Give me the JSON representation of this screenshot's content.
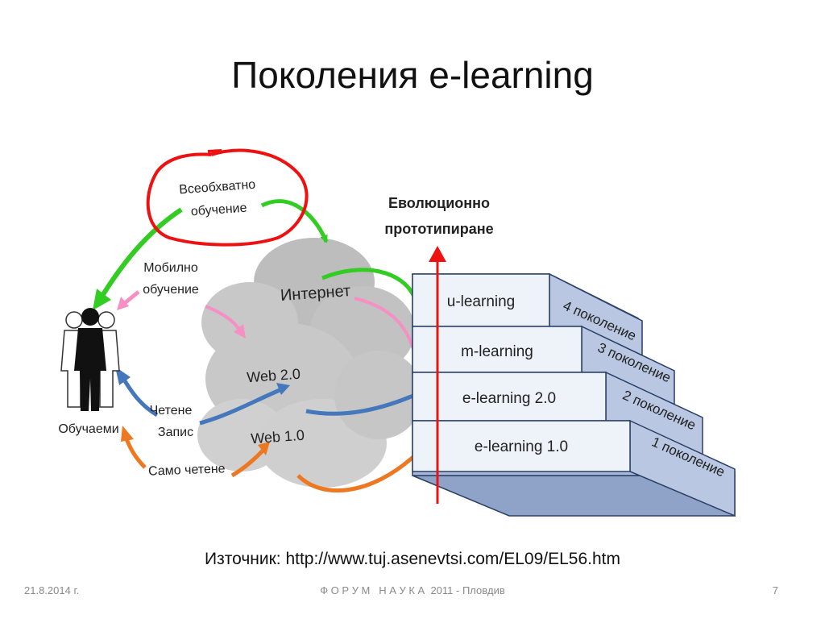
{
  "slide": {
    "title": "Поколения e-learning",
    "source": "Източник: http://www.tuj.asenevtsi.com/EL09/EL56.htm",
    "footer": {
      "date": "21.8.2014 г.",
      "center": "Ф О Р У М   Н А У К А  2011 - Пловдив",
      "page": "7"
    }
  },
  "diagram": {
    "evolution_label": [
      "Еволюционно",
      "прототипиране"
    ],
    "learners_label": "Обучаеми",
    "comprehensive_label": [
      "Всеобхватно",
      "обучение"
    ],
    "mobile_label": [
      "Мобилно",
      "обучение"
    ],
    "read_write_label": [
      "Четене",
      "Запис"
    ],
    "read_only_label": "Само четене",
    "cloud_labels": {
      "internet": "Интернет",
      "web2": "Web 2.0",
      "web1": "Web 1.0"
    },
    "steps": [
      {
        "name": "u-learning",
        "generation": "4 поколение"
      },
      {
        "name": "m-learning",
        "generation": "3 поколение"
      },
      {
        "name": "e-learning 2.0",
        "generation": "2 поколение"
      },
      {
        "name": "e-learning 1.0",
        "generation": "1 поколение"
      }
    ],
    "colors": {
      "green": "#33cc22",
      "pink": "#f58fc4",
      "blue": "#4477bb",
      "orange": "#ee7722",
      "red": "#ee1111",
      "step_front": "#eef2f9",
      "step_side": "#a9b9d8",
      "step_edge": "#2a3f66"
    }
  }
}
